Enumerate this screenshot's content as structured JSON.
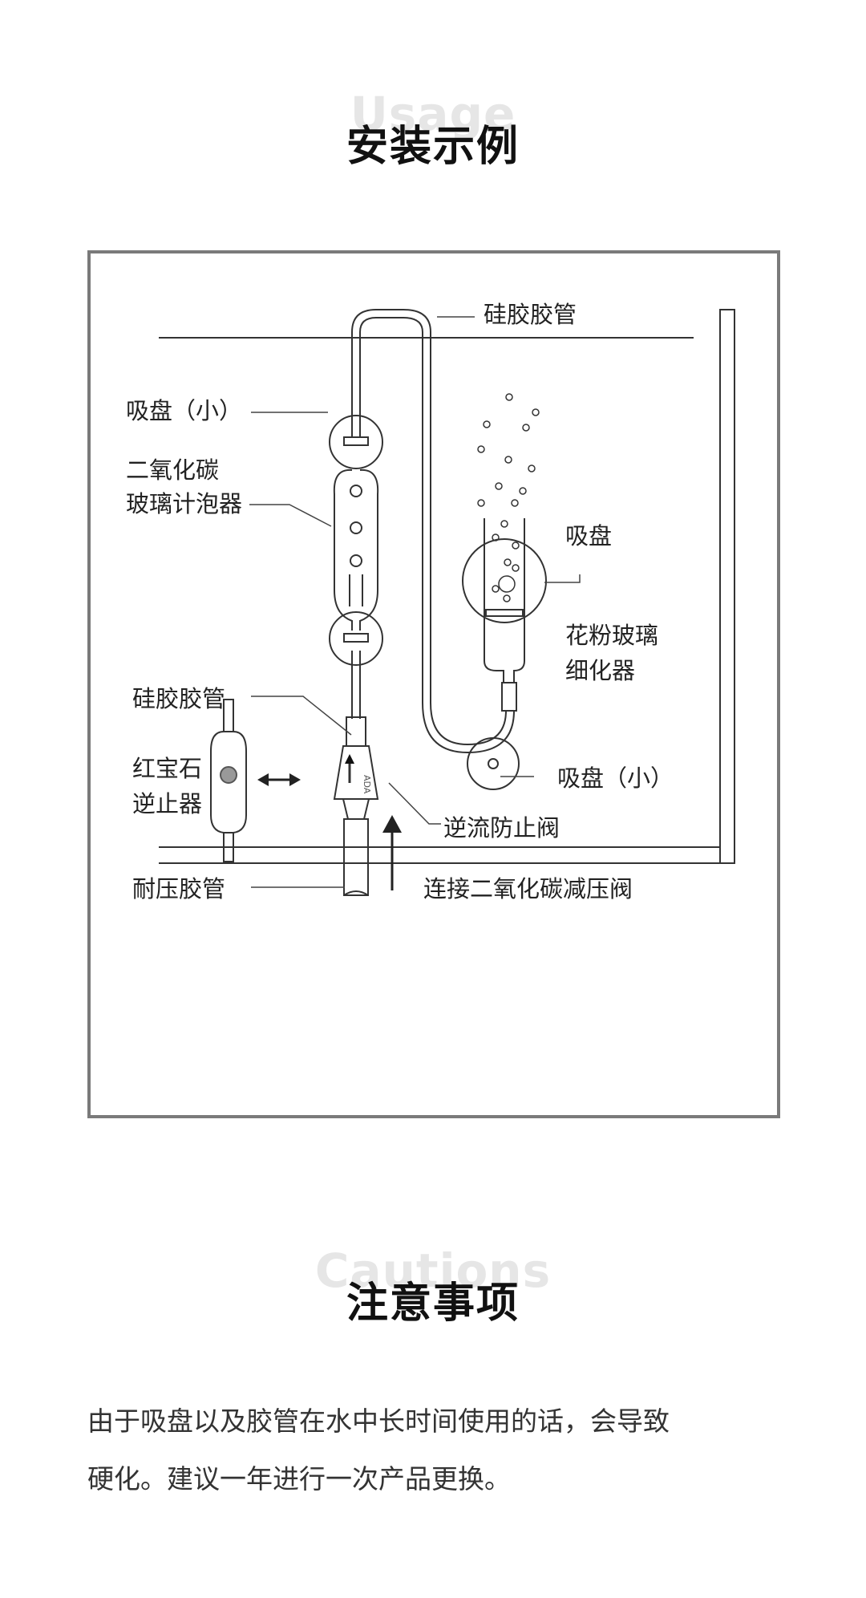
{
  "usage": {
    "bg_word": "Usage",
    "title": "安装示例"
  },
  "diagram": {
    "labels": {
      "silicone_tube_top": "硅胶胶管",
      "suction_cup_small_top": "吸盘（小）",
      "bubble_counter_line1": "二氧化碳",
      "bubble_counter_line2": "玻璃计泡器",
      "suction_cup": "吸盘",
      "diffuser_line1": "花粉玻璃",
      "diffuser_line2": "细化器",
      "silicone_tube_left": "硅胶胶管",
      "ruby_check_line1": "红宝石",
      "ruby_check_line2": "逆止器",
      "suction_cup_small_bottom": "吸盘（小）",
      "check_valve": "逆流防止阀",
      "pressure_tube": "耐压胶管",
      "regulator": "连接二氧化碳减压阀"
    },
    "valve_mark": "ADA"
  },
  "cautions": {
    "bg_word": "Cautions",
    "title": "注意事项",
    "line1": "由于吸盘以及胶管在水中长时间使用的话，会导致",
    "line2": "硬化。建议一年进行一次产品更换。"
  }
}
